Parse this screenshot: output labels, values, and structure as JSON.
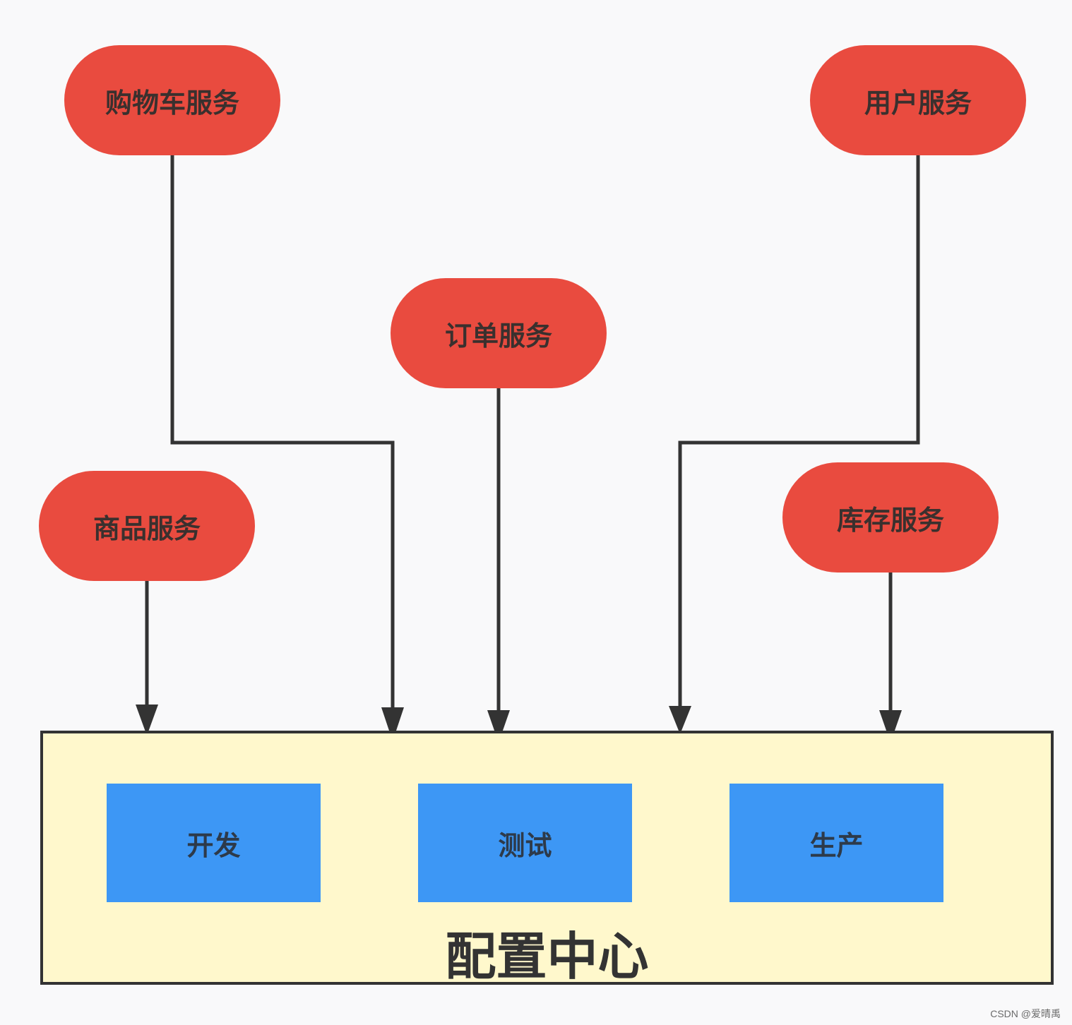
{
  "services": {
    "cart": "购物车服务",
    "user": "用户服务",
    "order": "订单服务",
    "product": "商品服务",
    "inventory": "库存服务"
  },
  "config_center": {
    "title": "配置中心",
    "environments": {
      "dev": "开发",
      "test": "测试",
      "prod": "生产"
    }
  },
  "colors": {
    "service_fill": "#e94b3f",
    "config_fill": "#fff8cc",
    "environment_fill": "#3d97f5",
    "edge_color": "#333333"
  },
  "watermark": "CSDN @爱晴禹"
}
